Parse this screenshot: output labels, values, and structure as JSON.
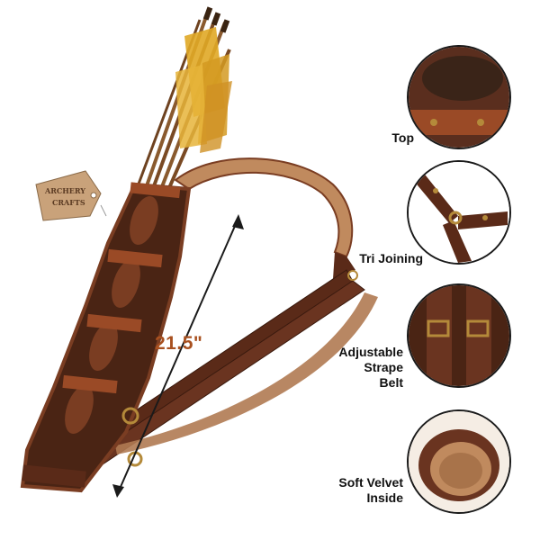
{
  "product": {
    "tag_line1": "ARCHERY",
    "tag_line2": "CRAFTS",
    "measurement": "21.5\""
  },
  "callouts": [
    {
      "label": "Top"
    },
    {
      "label": "Tri Joining"
    },
    {
      "label_lines": [
        "Adjustable",
        "Strape",
        "Belt"
      ]
    },
    {
      "label_lines": [
        "Soft Velvet",
        "Inside"
      ]
    }
  ],
  "colors": {
    "leather_dark": "#4a2414",
    "leather_brown": "#7a3d22",
    "leather_tan": "#c08a5e",
    "accent_orange": "#a8501f",
    "fletch_yellow": "#e0a826",
    "brass": "#b48a3a"
  }
}
